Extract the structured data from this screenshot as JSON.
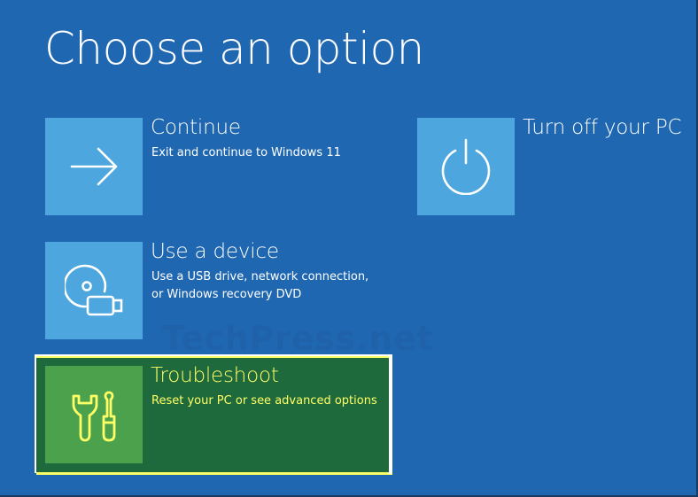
{
  "page": {
    "title": "Choose an option",
    "background_color": "#2067b2"
  },
  "options": [
    {
      "id": "continue",
      "title": "Continue",
      "description_lines": [
        "Exit and continue to Windows 11"
      ],
      "icon": "arrow-right-icon",
      "selected": false
    },
    {
      "id": "use-a-device",
      "title": "Use a device",
      "description_lines": [
        "Use a USB drive, network connection,",
        "or Windows recovery DVD"
      ],
      "icon": "disc-usb-icon",
      "selected": false
    },
    {
      "id": "troubleshoot",
      "title": "Troubleshoot",
      "description_lines": [
        "Reset your PC or see advanced options"
      ],
      "icon": "tools-icon",
      "selected": true
    },
    {
      "id": "turn-off",
      "title": "Turn off your PC",
      "description_lines": [],
      "icon": "power-icon",
      "selected": false
    }
  ],
  "colors": {
    "tile": "#4ea6de",
    "selected_tile": "#4ca24c",
    "selected_background": "#1f6a3c",
    "selected_text": "#ffff66",
    "focus_border": "#ffffff"
  },
  "watermark": "TechPress.net"
}
